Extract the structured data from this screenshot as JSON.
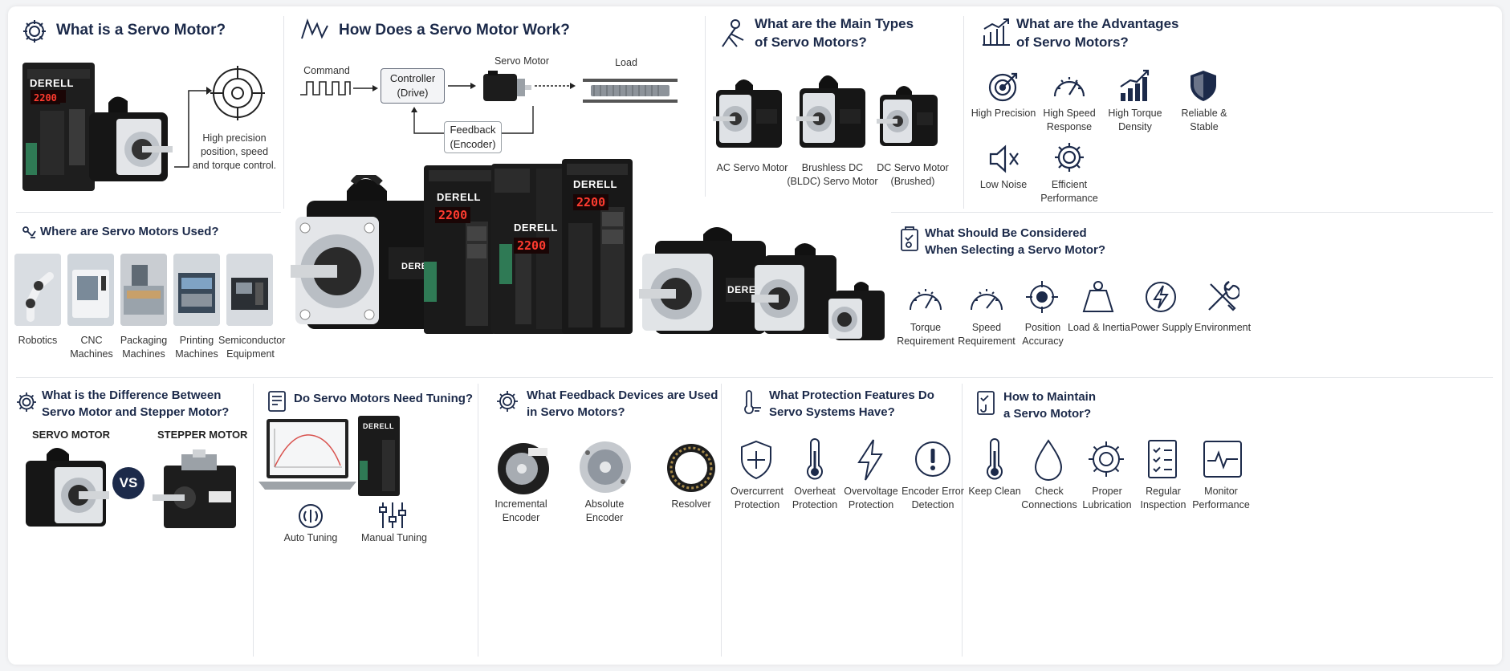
{
  "brand": "DERELL",
  "led_display": "2200",
  "what_is": {
    "title": "What is a Servo Motor?",
    "caption": [
      "High precision",
      "position, speed",
      "and torque control."
    ]
  },
  "how_work": {
    "title": "How Does a Servo Motor Work?",
    "command": "Command",
    "controller": [
      "Controller",
      "(Drive)"
    ],
    "servo_motor": "Servo Motor",
    "load": "Load",
    "feedback": [
      "Feedback",
      "(Encoder)"
    ]
  },
  "types": {
    "title": [
      "What are the Main Types",
      "of Servo Motors?"
    ],
    "items": [
      {
        "label": [
          "AC Servo Motor"
        ]
      },
      {
        "label": [
          "Brushless DC",
          "(BLDC) Servo Motor"
        ]
      },
      {
        "label": [
          "DC Servo Motor",
          "(Brushed)"
        ]
      }
    ]
  },
  "advantages": {
    "title": [
      "What are the Advantages",
      "of Servo Motors?"
    ],
    "items": [
      {
        "icon": "target-icon",
        "label": [
          "High Precision"
        ]
      },
      {
        "icon": "speedometer-icon",
        "label": [
          "High Speed",
          "Response"
        ]
      },
      {
        "icon": "bar-chart-icon",
        "label": [
          "High Torque",
          "Density"
        ]
      },
      {
        "icon": "shield-icon",
        "label": [
          "Reliable &",
          "Stable"
        ]
      },
      {
        "icon": "mute-speaker-icon",
        "label": [
          "Low Noise"
        ]
      },
      {
        "icon": "gear-icon",
        "label": [
          "Efficient",
          "Performance"
        ]
      }
    ]
  },
  "used": {
    "title": "Where are Servo Motors Used?",
    "items": [
      {
        "label": [
          "Robotics"
        ]
      },
      {
        "label": [
          "CNC Machines"
        ]
      },
      {
        "label": [
          "Packaging",
          "Machines"
        ]
      },
      {
        "label": [
          "Printing",
          "Machines"
        ]
      },
      {
        "label": [
          "Semiconductor",
          "Equipment"
        ]
      }
    ]
  },
  "selecting": {
    "title": [
      "What Should Be Considered",
      "When Selecting a Servo Motor?"
    ],
    "items": [
      {
        "icon": "gauge-icon",
        "label": [
          "Torque",
          "Requirement"
        ]
      },
      {
        "icon": "speed-gauge-icon",
        "label": [
          "Speed",
          "Requirement"
        ]
      },
      {
        "icon": "crosshair-icon",
        "label": [
          "Position",
          "Accuracy"
        ]
      },
      {
        "icon": "weight-icon",
        "label": [
          "Load & Inertia"
        ]
      },
      {
        "icon": "power-icon",
        "label": [
          "Power Supply"
        ]
      },
      {
        "icon": "tools-icon",
        "label": [
          "Environment"
        ]
      }
    ]
  },
  "difference": {
    "title": [
      "What is the Difference Between",
      "Servo Motor and Stepper Motor?"
    ],
    "servo": "SERVO MOTOR",
    "stepper": "STEPPER MOTOR",
    "vs": "VS"
  },
  "tuning": {
    "title": "Do Servo Motors Need Tuning?",
    "auto": "Auto Tuning",
    "manual": "Manual Tuning"
  },
  "feedback_devices": {
    "title": [
      "What Feedback Devices are Used",
      "in Servo Motors?"
    ],
    "items": [
      {
        "label": [
          "Incremental",
          "Encoder"
        ]
      },
      {
        "label": [
          "Absolute",
          "Encoder"
        ]
      },
      {
        "label": [
          "Resolver"
        ]
      }
    ]
  },
  "protection": {
    "title": [
      "What Protection Features Do",
      "Servo Systems Have?"
    ],
    "items": [
      {
        "icon": "shield-plus-icon",
        "label": [
          "Overcurrent",
          "Protection"
        ]
      },
      {
        "icon": "thermometer-icon",
        "label": [
          "Overheat",
          "Protection"
        ]
      },
      {
        "icon": "lightning-icon",
        "label": [
          "Overvoltage",
          "Protection"
        ]
      },
      {
        "icon": "warning-icon",
        "label": [
          "Encoder Error",
          "Detection"
        ]
      }
    ]
  },
  "maintain": {
    "title": [
      "How to Maintain",
      "a Servo Motor?"
    ],
    "items": [
      {
        "icon": "thermometer-icon",
        "label": [
          "Keep Clean"
        ]
      },
      {
        "icon": "drop-icon",
        "label": [
          "Check",
          "Connections"
        ]
      },
      {
        "icon": "gear-icon",
        "label": [
          "Proper",
          "Lubrication"
        ]
      },
      {
        "icon": "checklist-icon",
        "label": [
          "Regular",
          "Inspection"
        ]
      },
      {
        "icon": "monitor-icon",
        "label": [
          "Monitor",
          "Performance"
        ]
      }
    ]
  }
}
